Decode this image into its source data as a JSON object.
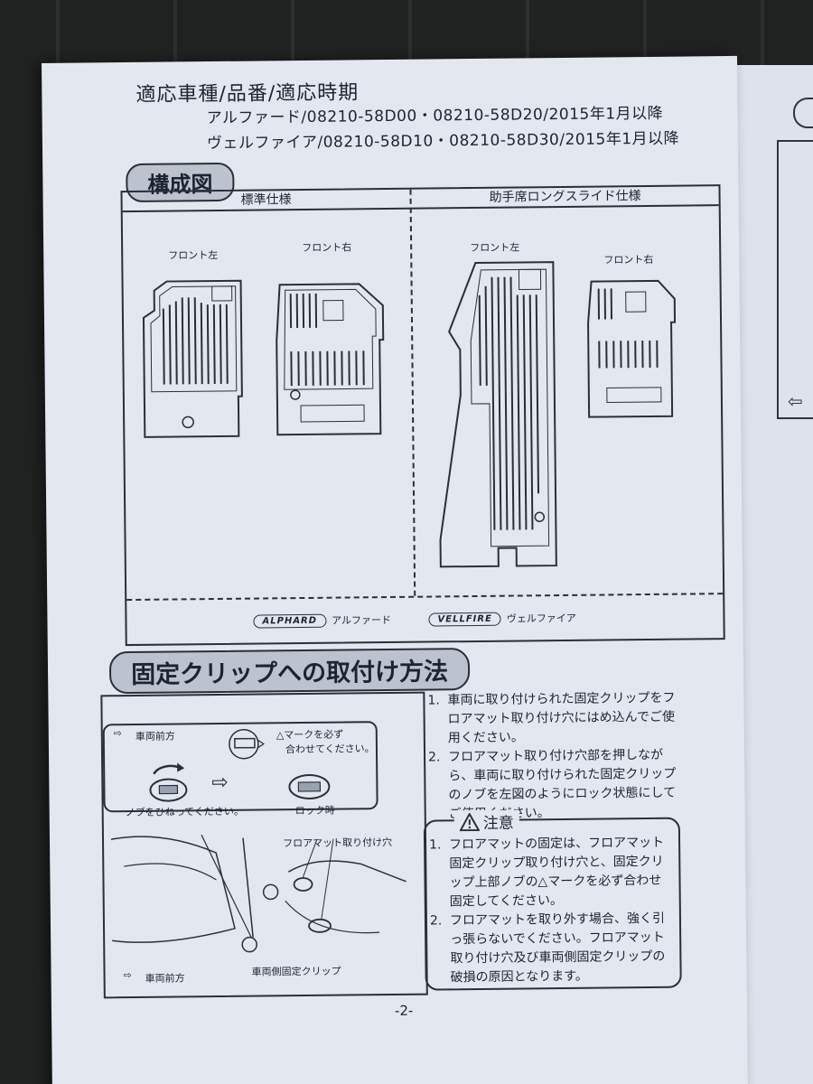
{
  "header": {
    "title": "適応車種/品番/適応時期",
    "line_alphard": "アルファード/08210-58D00・08210-58D20/2015年1月以降",
    "line_vellfire": "ヴェルファイア/08210-58D10・08210-58D30/2015年1月以降"
  },
  "composition": {
    "heading": "構成図",
    "col_standard": "標準仕様",
    "col_long_slide": "助手席ロングスライド仕様",
    "front_left": "フロント左",
    "front_right": "フロント右",
    "legend_alphard_logo": "ALPHARD",
    "legend_alphard": "アルファード",
    "legend_vellfire_logo": "VELLFIRE",
    "legend_vellfire": "ヴェルファイア"
  },
  "clip_section": {
    "heading": "固定クリップへの取付け方法",
    "vehicle_front_top": "車両前方",
    "mark_note_1": "△マークを必ず",
    "mark_note_2": "合わせてください。",
    "twist_knob": "ノブをひねってください。",
    "locked": "ロック時",
    "mat_hole": "フロアマット取り付け穴",
    "vehicle_front_bottom": "車両前方",
    "vehicle_clip": "車両側固定クリップ",
    "steps": [
      {
        "num": "1.",
        "text": "車両に取り付けられた固定クリップをフロアマット取り付け穴にはめ込んでご使用ください。"
      },
      {
        "num": "2.",
        "text": "フロアマット取り付け穴部を押しながら、車両に取り付けられた固定クリップのノブを左図のようにロック状態にしてご使用ください。"
      }
    ],
    "caution_title": "注意",
    "caution_items": [
      {
        "num": "1.",
        "text": "フロアマットの固定は、フロアマット固定クリップ取り付け穴と、固定クリップ上部ノブの△マークを必ず合わせ固定してください。"
      },
      {
        "num": "2.",
        "text": "フロアマットを取り外す場合、強く引っ張らないでください。フロアマット取り付け穴及び車両側固定クリップの破損の原因となります。"
      }
    ]
  },
  "page_number": "-2-"
}
